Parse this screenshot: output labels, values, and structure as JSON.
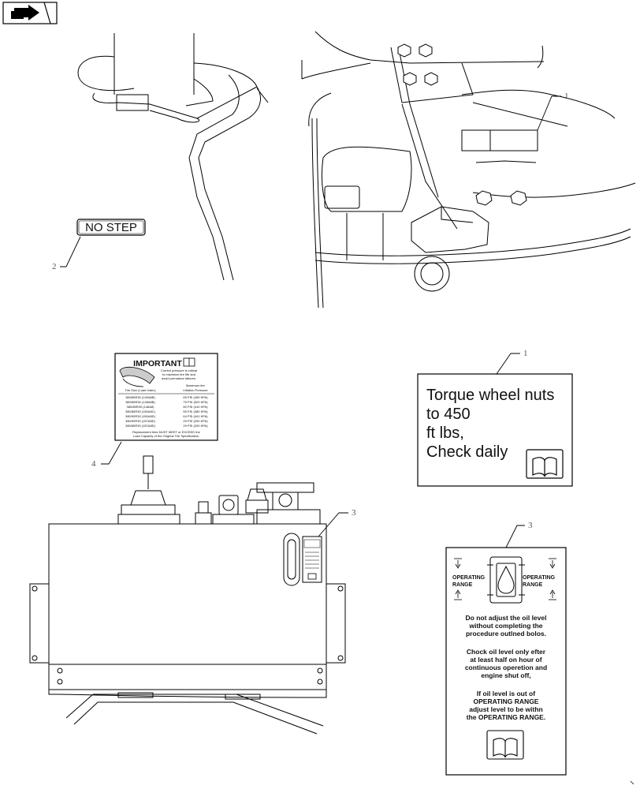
{
  "nav": {
    "icon": "next-page-arrow-icon"
  },
  "callouts": {
    "c1_top": "1",
    "c2": "2",
    "c1_right": "1",
    "c3_tank": "3",
    "c3_right": "3",
    "c4": "4"
  },
  "no_step_label": "NO STEP",
  "torque_decal": {
    "lines": [
      "Torque wheel nuts",
      "to 450",
      "ft lbs,",
      "Check daily"
    ],
    "icon": "manual-book-icon"
  },
  "tire_decal": {
    "title": "IMPORTANT",
    "intro": [
      "Correct pressure is critical",
      "to maximize tire life and",
      "avoid premature failures."
    ],
    "col_size": "Tire Size (Load Index)",
    "col_pressure": [
      "Maximum tire",
      "Inflation Pressure"
    ],
    "rows": [
      [
        "380/85R30 (140A8B)",
        "65 PSI (450 KPA)"
      ],
      [
        "380/85R30 (145A8B)",
        "75 PSI (520 KPA)"
      ],
      [
        "380/85R30 (146A8)",
        "60 PSI (410 KPA)"
      ],
      [
        "380/85R30 (150A8C)",
        "55 PSI (380 KPA)"
      ],
      [
        "380/90R30 (150A8D)",
        "64 PSI (441 KPA)"
      ],
      [
        "380/90R30 (157A8D)",
        "29 PSI (200 KPA)"
      ],
      [
        "380/85R30 (157A8D)",
        "29 PSI (200 KPA)"
      ]
    ],
    "footer": [
      "Replacement tires MUST MEET or EXCEED the",
      "Load Capacity of the Original Tire Specification."
    ]
  },
  "oil_decal": {
    "range_left": [
      "OPERATING",
      "RANGE"
    ],
    "range_right": [
      "OPERATING",
      "RANGE"
    ],
    "para1": [
      "Do not adjust the oil level",
      "without completing the",
      "procedure outlned bolos."
    ],
    "para2": [
      "Chock oil level only efter",
      "at least half on hour of",
      "continuous operetion and",
      "engine shut off,"
    ],
    "para3": [
      "If oil level is out of",
      "OPERATING RANGE",
      "adjust level to be withn",
      "the OPERATING RANGE."
    ],
    "icon": "manual-book-icon"
  }
}
